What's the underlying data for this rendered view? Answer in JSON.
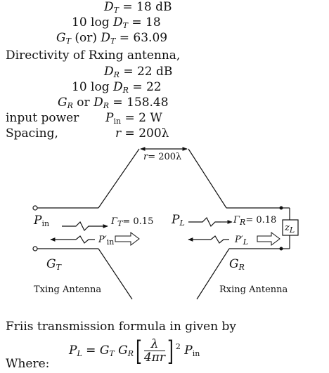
{
  "math": {
    "dT_sym": "D",
    "dT_sub": "T",
    "dT_val": "= 18 dB",
    "dT_log_pre": "10 log",
    "dT_log_val": "= 18",
    "gT_g": "G",
    "gT_or": "(or)",
    "gT_val": "= 63.09",
    "directivity_label": "Directivity of Rxing antenna,",
    "dR_sym": "D",
    "dR_sub": "R",
    "dR_val": "= 22 dB",
    "dR_log_pre": "10 log",
    "dR_log_val": "= 22",
    "gR_or": "or",
    "gR_val": "= 158.48",
    "input_power_label": "input power",
    "pin_sym": "P",
    "pin_sub": "in",
    "pin_val": "= 2 W",
    "spacing_label": "Spacing,",
    "r_sym": "r",
    "r_val": "= 200λ"
  },
  "figure": {
    "spacing_r": "r",
    "spacing_val": "= 200λ",
    "pin_label": "P",
    "pin_sub": "in",
    "gamma_t_label": "Γ",
    "gamma_t_sub": "T",
    "gamma_t_val": "= 0.15",
    "pprime_in_label": "P′",
    "pprime_in_sub": "in",
    "gt_label": "G",
    "gt_sub": "T",
    "tx_antenna": "Txing Antenna",
    "pl_label": "P",
    "pl_sub": "L",
    "gamma_r_label": "Γ",
    "gamma_r_sub": "R",
    "gamma_r_val": "= 0.18",
    "pprime_l_label": "P′",
    "pprime_l_sub": "L",
    "gr_label": "G",
    "gr_sub": "R",
    "zl_label": "z",
    "zl_sub": "L",
    "rx_antenna": "Rxing Antenna"
  },
  "bottom": {
    "friis_text": "Friis transmission formula in given by",
    "pl": "P",
    "pl_sub": "L",
    "eq": "=",
    "gt": "G",
    "gt_sub": "T",
    "gr": "G",
    "gr_sub": "R",
    "frac_num": "λ",
    "frac_den": "4πr",
    "exp": "2",
    "pin": "P",
    "pin_sub": "in",
    "where": "Where:"
  }
}
